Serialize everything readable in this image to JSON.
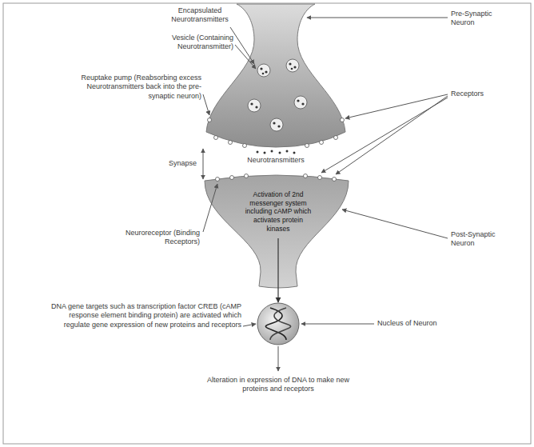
{
  "diagram": {
    "nodes": [
      {
        "text": [
          "Activation of 2nd messenger system including cAMP which activates protein kinases"
        ]
      },
      {
        "text": [
          "Nucleus of Neuron"
        ]
      }
    ],
    "edges": [
      {
        "from": 0,
        "to": 1,
        "arrow": "to"
      }
    ],
    "labels": [
      "Encapsulated Neurotransmitters",
      "Pre-Synaptic Neuron",
      "Vesicle (Containing Neurotransmitter)",
      "Reuptake pump (Reabsorbing excess Neurotransmitters back into the pre-synaptic neuron)",
      "Synapse",
      "Neurotransmitters",
      "Receptors",
      "Neuroreceptor (Binding Receptors)",
      "Post-Synaptic Neuron",
      "DNA gene targets such as transcription factor CREB (cAMP response element binding protein) are activated which regulate gene expression of new proteins and receptors",
      "Alteration in expression of DNA to make new proteins and receptors"
    ]
  }
}
